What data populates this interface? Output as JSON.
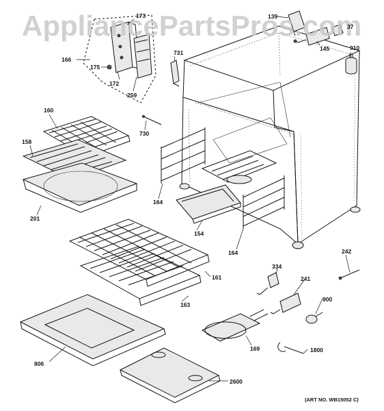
{
  "watermark": "AppliancePartsPros.com",
  "art_number": "(ART NO. WB15052 C)",
  "callouts": {
    "p173": "173",
    "p166": "166",
    "p175": "175",
    "p172": "172",
    "p259": "259",
    "p731": "731",
    "p139": "139",
    "p37": "37",
    "p145": "145",
    "p910": "910",
    "p160": "160",
    "p730": "730",
    "p158": "158",
    "p201": "201",
    "p164a": "164",
    "p154": "154",
    "p164b": "164",
    "p161": "161",
    "p163": "163",
    "p334": "334",
    "p241": "241",
    "p242": "242",
    "p900": "900",
    "p169": "169",
    "p806": "806",
    "p1800": "1800",
    "p2600": "2600"
  }
}
